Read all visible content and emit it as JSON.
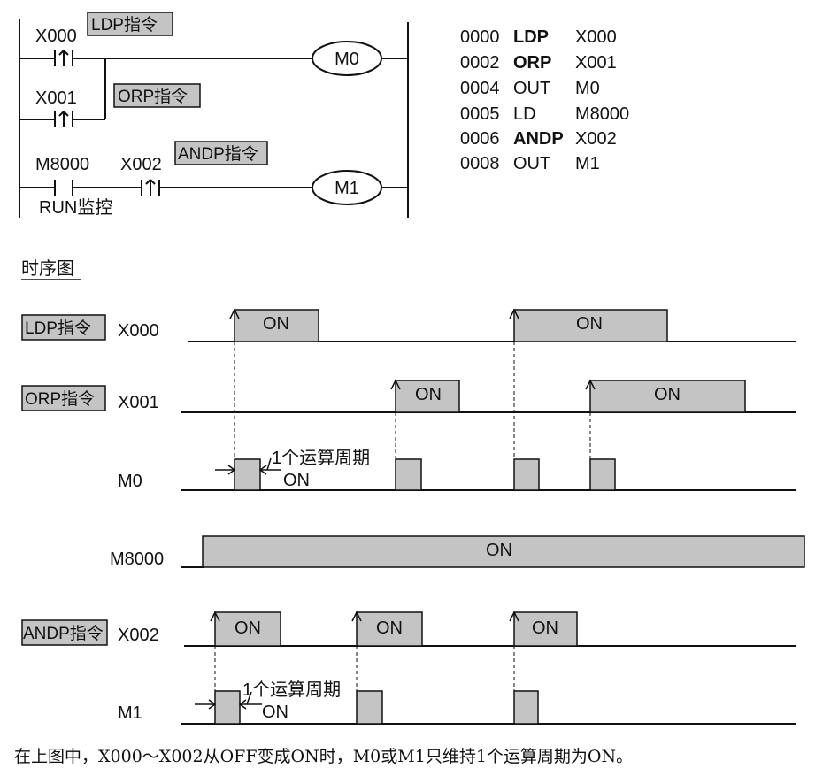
{
  "ladder": {
    "x000": "X000",
    "x001": "X001",
    "m8000": "M8000",
    "x002": "X002",
    "ldp_tag": "LDP指令",
    "orp_tag": "ORP指令",
    "andp_tag": "ANDP指令",
    "coil_m0": "M0",
    "coil_m1": "M1",
    "run_label": "RUN监控"
  },
  "program": [
    {
      "step": "0000",
      "instr": "LDP",
      "operand": "X000",
      "bold": true
    },
    {
      "step": "0002",
      "instr": "ORP",
      "operand": "X001",
      "bold": true
    },
    {
      "step": "0004",
      "instr": "OUT",
      "operand": "M0",
      "bold": false
    },
    {
      "step": "0005",
      "instr": "LD",
      "operand": "M8000",
      "bold": false
    },
    {
      "step": "0006",
      "instr": "ANDP",
      "operand": "X002",
      "bold": true
    },
    {
      "step": "0008",
      "instr": "OUT",
      "operand": "M1",
      "bold": false
    }
  ],
  "timing": {
    "title": "时序图",
    "on_text": "ON",
    "scan_note": "1个运算周期",
    "rows": [
      {
        "tag": "LDP指令",
        "signal": "X000"
      },
      {
        "tag": "ORP指令",
        "signal": "X001"
      },
      {
        "tag": "",
        "signal": "M0"
      },
      {
        "tag": "",
        "signal": "M8000"
      },
      {
        "tag": "ANDP指令",
        "signal": "X002"
      },
      {
        "tag": "",
        "signal": "M1"
      }
    ]
  },
  "caption": "在上图中，X000～X002从OFF变成ON时，M0或M1只维持1个运算周期为ON。",
  "colors": {
    "pulse_fill": "#c4c4c4",
    "tag_fill": "#c4c4c4",
    "line": "#111111"
  }
}
